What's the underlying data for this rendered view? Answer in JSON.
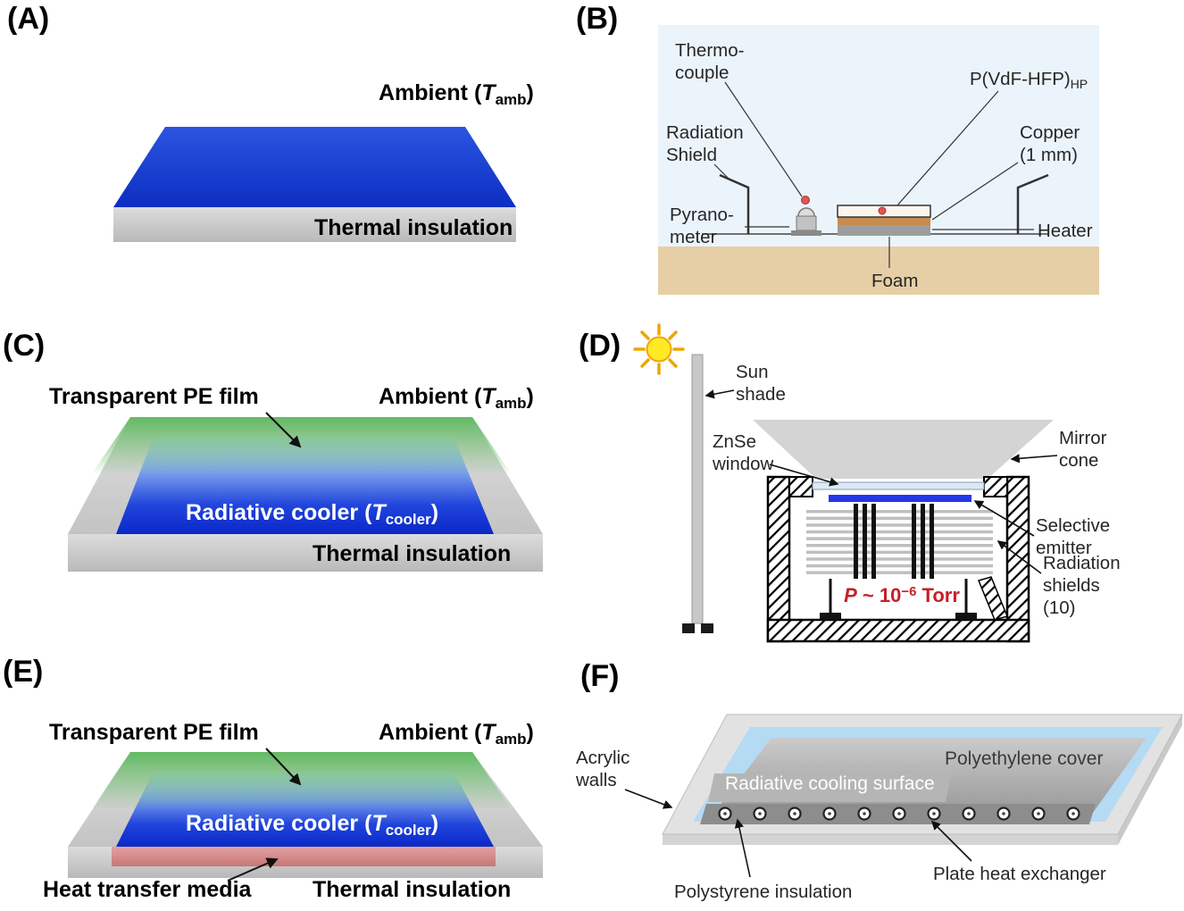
{
  "figure": {
    "panels": {
      "a": {
        "tag": "(A)",
        "ambient": {
          "pre": "Ambient (",
          "sym": "T",
          "sub": "amb",
          "post": ")"
        },
        "thermal_insulation": "Thermal insulation"
      },
      "b": {
        "tag": "(B)",
        "thermocouple": "Thermo-\ncouple",
        "pvdf": {
          "pre": "P(VdF-HFP)",
          "sub": "HP"
        },
        "radiation_shield": "Radiation\nShield",
        "copper": "Copper\n(1 mm)",
        "pyranometer": "Pyrano-\nmeter",
        "heater": "Heater",
        "foam": "Foam"
      },
      "c": {
        "tag": "(C)",
        "pe_film": "Transparent PE film",
        "ambient": {
          "pre": "Ambient (",
          "sym": "T",
          "sub": "amb",
          "post": ")"
        },
        "cooler": {
          "pre": "Radiative cooler (",
          "sym": "T",
          "sub": "cooler",
          "post": ")"
        },
        "thermal_insulation": "Thermal insulation"
      },
      "d": {
        "tag": "(D)",
        "sun_shade": "Sun\nshade",
        "znse_window": "ZnSe\nwindow",
        "mirror_cone": "Mirror\ncone",
        "selective_emitter": "Selective\nemitter",
        "radiation_shields": "Radiation\nshields\n(10)",
        "pressure": {
          "sym": "P",
          "mid": " ~ 10",
          "sup": "−6",
          "post": " Torr"
        }
      },
      "e": {
        "tag": "(E)",
        "pe_film": "Transparent PE film",
        "ambient": {
          "pre": "Ambient (",
          "sym": "T",
          "sub": "amb",
          "post": ")"
        },
        "cooler": {
          "pre": "Radiative cooler (",
          "sym": "T",
          "sub": "cooler",
          "post": ")"
        },
        "heat_media": "Heat transfer media",
        "thermal_insulation": "Thermal insulation"
      },
      "f": {
        "tag": "(F)",
        "acrylic_walls": "Acrylic\nwalls",
        "pe_cover": "Polyethylene cover",
        "rc_surface": "Radiative cooling surface",
        "polystyrene": "Polystyrene insulation",
        "plate_hx": "Plate heat exchanger"
      }
    },
    "colors": {
      "cooler_blue": "#0d2fc4",
      "pe_film_green": "#5cb85c",
      "insulation_gray": "#c9c9c9",
      "heat_media_pink": "#d98a8a",
      "foam_tan": "#e6cfa7",
      "copper": "#c68b4e",
      "setup_background_blue": "#ecf4fb",
      "pressure_red": "#c42127",
      "acrylic_blue": "#b5daf4",
      "sun_yellow": "#ffe927",
      "emitter_blue": "#2238e8"
    },
    "icons": {
      "sun-icon": "☀"
    }
  }
}
